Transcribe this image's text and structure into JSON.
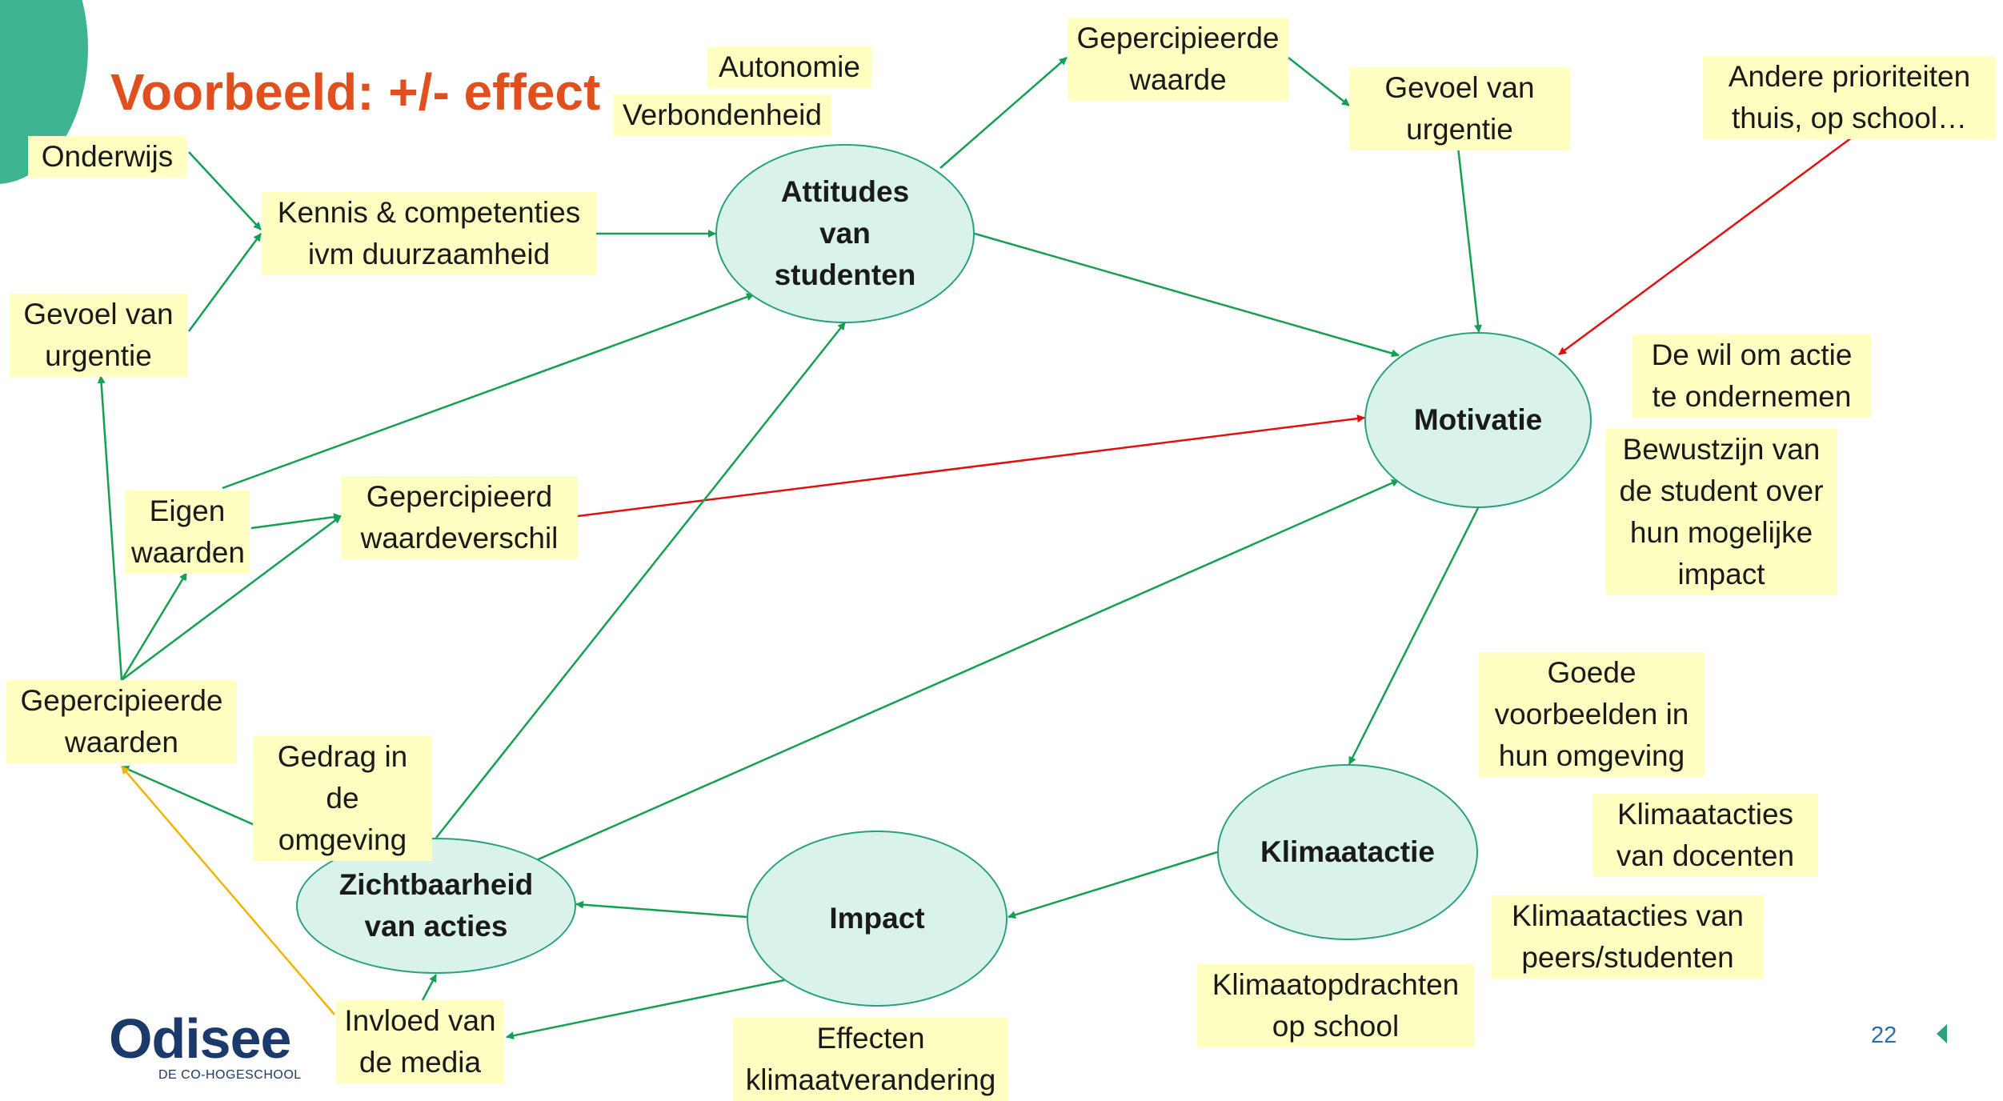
{
  "title": "Voorbeeld: +/- effect",
  "page_number": "22",
  "logo": {
    "name": "Odisee",
    "tagline": "DE CO-HOGESCHOOL"
  },
  "colors": {
    "positive": "#14a050",
    "negative": "#e01010",
    "indirect": "#f0b400",
    "node_fill": "#d9f3eb",
    "label_fill": "#ffffc2",
    "title": "#e0501e"
  },
  "nodes": [
    {
      "id": "attitudes",
      "text": "Attitudes\nvan\nstudenten"
    },
    {
      "id": "motivatie",
      "text": "Motivatie"
    },
    {
      "id": "klimaatactie",
      "text": "Klimaatactie"
    },
    {
      "id": "impact",
      "text": "Impact"
    },
    {
      "id": "zichtbaarheid",
      "text": "Zichtbaarheid\nvan acties"
    }
  ],
  "labels": [
    {
      "id": "onderwijs",
      "text": "Onderwijs"
    },
    {
      "id": "kennis",
      "text": "Kennis & competenties\nivm duurzaamheid"
    },
    {
      "id": "urgentie_links",
      "text": "Gevoel van\nurgentie"
    },
    {
      "id": "autonomie",
      "text": "Autonomie"
    },
    {
      "id": "verbondenheid",
      "text": "Verbondenheid"
    },
    {
      "id": "gepercipieerde_waarde",
      "text": "Gepercipieerde\nwaarde"
    },
    {
      "id": "urgentie_rechts",
      "text": "Gevoel van\nurgentie"
    },
    {
      "id": "andere_prioriteiten",
      "text": "Andere prioriteiten\nthuis, op school…"
    },
    {
      "id": "wil_om_actie",
      "text": "De wil om actie\nte ondernemen"
    },
    {
      "id": "bewustzijn",
      "text": "Bewustzijn van\nde student over\nhun mogelijke\nimpact"
    },
    {
      "id": "eigen_waarden",
      "text": "Eigen\nwaarden"
    },
    {
      "id": "waardeverschil",
      "text": "Gepercipieerd\nwaardeverschil"
    },
    {
      "id": "gepercipieerde_waarden",
      "text": "Gepercipieerde\nwaarden"
    },
    {
      "id": "gedrag_omgeving",
      "text": "Gedrag in de\nomgeving"
    },
    {
      "id": "goede_voorbeelden",
      "text": "Goede\nvoorbeelden in\nhun omgeving"
    },
    {
      "id": "klimaatacties_docenten",
      "text": "Klimaatacties\nvan docenten"
    },
    {
      "id": "klimaatacties_peers",
      "text": "Klimaatacties van\npeers/studenten"
    },
    {
      "id": "klimaatopdrachten",
      "text": "Klimaatopdrachten\nop school"
    },
    {
      "id": "invloed_media",
      "text": "Invloed van\nde media"
    },
    {
      "id": "effecten_klimaat",
      "text": "Effecten\nklimaatverandering"
    }
  ],
  "arrows": [
    {
      "from": "onderwijs",
      "to": "kennis",
      "type": "positive"
    },
    {
      "from": "urgentie_links",
      "to": "kennis",
      "type": "positive"
    },
    {
      "from": "kennis",
      "to": "attitudes",
      "type": "positive"
    },
    {
      "from": "attitudes",
      "to": "gepercipieerde_waarde",
      "type": "positive"
    },
    {
      "from": "gepercipieerde_waarde",
      "to": "urgentie_rechts",
      "type": "positive"
    },
    {
      "from": "urgentie_rechts",
      "to": "motivatie",
      "type": "positive"
    },
    {
      "from": "attitudes",
      "to": "motivatie",
      "type": "positive"
    },
    {
      "from": "andere_prioriteiten",
      "to": "motivatie",
      "type": "negative"
    },
    {
      "from": "waardeverschil",
      "to": "motivatie",
      "type": "negative"
    },
    {
      "from": "eigen_waarden",
      "to": "attitudes",
      "type": "positive"
    },
    {
      "from": "eigen_waarden",
      "to": "waardeverschil",
      "type": "positive"
    },
    {
      "from": "gepercipieerde_waarden",
      "to": "urgentie_links",
      "type": "positive"
    },
    {
      "from": "gepercipieerde_waarden",
      "to": "eigen_waarden",
      "type": "positive"
    },
    {
      "from": "gepercipieerde_waarden",
      "to": "waardeverschil",
      "type": "positive"
    },
    {
      "from": "zichtbaarheid",
      "to": "gepercipieerde_waarden",
      "type": "positive"
    },
    {
      "from": "invloed_media",
      "to": "gepercipieerde_waarden",
      "type": "indirect"
    },
    {
      "from": "zichtbaarheid",
      "to": "attitudes",
      "type": "positive"
    },
    {
      "from": "zichtbaarheid",
      "to": "motivatie",
      "type": "positive"
    },
    {
      "from": "motivatie",
      "to": "klimaatactie",
      "type": "positive"
    },
    {
      "from": "klimaatactie",
      "to": "impact",
      "type": "positive"
    },
    {
      "from": "impact",
      "to": "zichtbaarheid",
      "type": "positive"
    },
    {
      "from": "impact",
      "to": "invloed_media",
      "type": "positive"
    },
    {
      "from": "invloed_media",
      "to": "zichtbaarheid",
      "type": "positive"
    }
  ]
}
